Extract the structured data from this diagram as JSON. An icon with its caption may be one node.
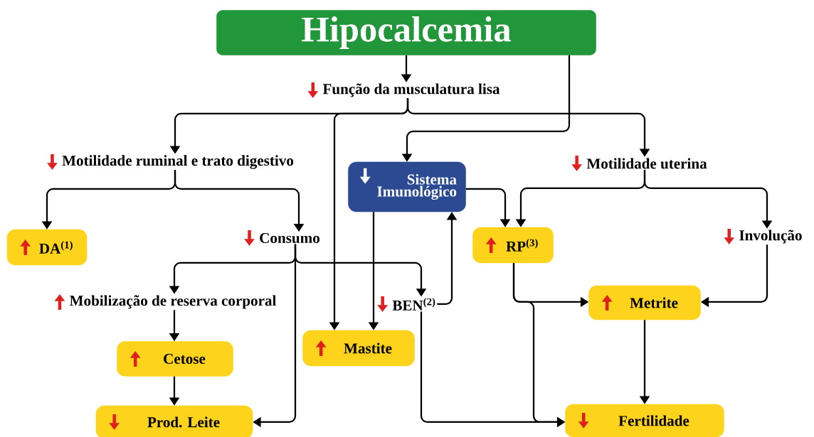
{
  "diagram": {
    "nodes": [
      {
        "text": [
          "Hipocalcemia"
        ]
      },
      {
        "text": [
          "Função da musculatura lisa"
        ]
      },
      {
        "text": [
          "Motilidade ruminal e trato digestivo"
        ]
      },
      {
        "text": [
          "Sistema Imunológico"
        ]
      },
      {
        "text": [
          "Motilidade uterina"
        ]
      },
      {
        "text": [
          "DA$^{(1)}$"
        ]
      },
      {
        "text": [
          "Consumo"
        ]
      },
      {
        "text": [
          "RP$^{(3)}$"
        ]
      },
      {
        "text": [
          "Involução"
        ]
      },
      {
        "text": [
          "Mobilização de reserva corporal"
        ]
      },
      {
        "text": [
          "BEN$^{(2)}$"
        ]
      },
      {
        "text": [
          "Metrite"
        ]
      },
      {
        "text": [
          "Cetose"
        ]
      },
      {
        "text": [
          "Mastite"
        ]
      },
      {
        "text": [
          "Prod. Leite"
        ]
      },
      {
        "text": [
          "Fertilidade"
        ]
      }
    ],
    "edges": [
      {
        "from": 0,
        "to": 1,
        "arrow": "to"
      },
      {
        "from": 0,
        "to": 3,
        "arrow": "to"
      },
      {
        "from": 1,
        "to": 2,
        "arrow": "to"
      },
      {
        "from": 1,
        "to": 13,
        "arrow": "to"
      },
      {
        "from": 1,
        "to": 4,
        "arrow": "to"
      },
      {
        "from": 2,
        "to": 5,
        "arrow": "to"
      },
      {
        "from": 2,
        "to": 6,
        "arrow": "to"
      },
      {
        "from": 3,
        "to": 7,
        "arrow": "to"
      },
      {
        "from": 3,
        "to": 13,
        "arrow": "to"
      },
      {
        "from": 4,
        "to": 7,
        "arrow": "to"
      },
      {
        "from": 4,
        "to": 8,
        "arrow": "to"
      },
      {
        "from": 6,
        "to": 14,
        "arrow": "to"
      },
      {
        "from": 6,
        "to": 9,
        "arrow": "to"
      },
      {
        "from": 6,
        "to": 10,
        "arrow": "to"
      },
      {
        "from": 9,
        "to": 12,
        "arrow": "to"
      },
      {
        "from": 10,
        "to": 3,
        "arrow": "to"
      },
      {
        "from": 10,
        "to": 15,
        "arrow": "to"
      },
      {
        "from": 7,
        "to": 11,
        "arrow": "to"
      },
      {
        "from": 7,
        "to": 15,
        "arrow": "to"
      },
      {
        "from": 8,
        "to": 11,
        "arrow": "to"
      },
      {
        "from": 12,
        "to": 14,
        "arrow": "to"
      },
      {
        "from": 11,
        "to": 15,
        "arrow": "to"
      }
    ]
  }
}
